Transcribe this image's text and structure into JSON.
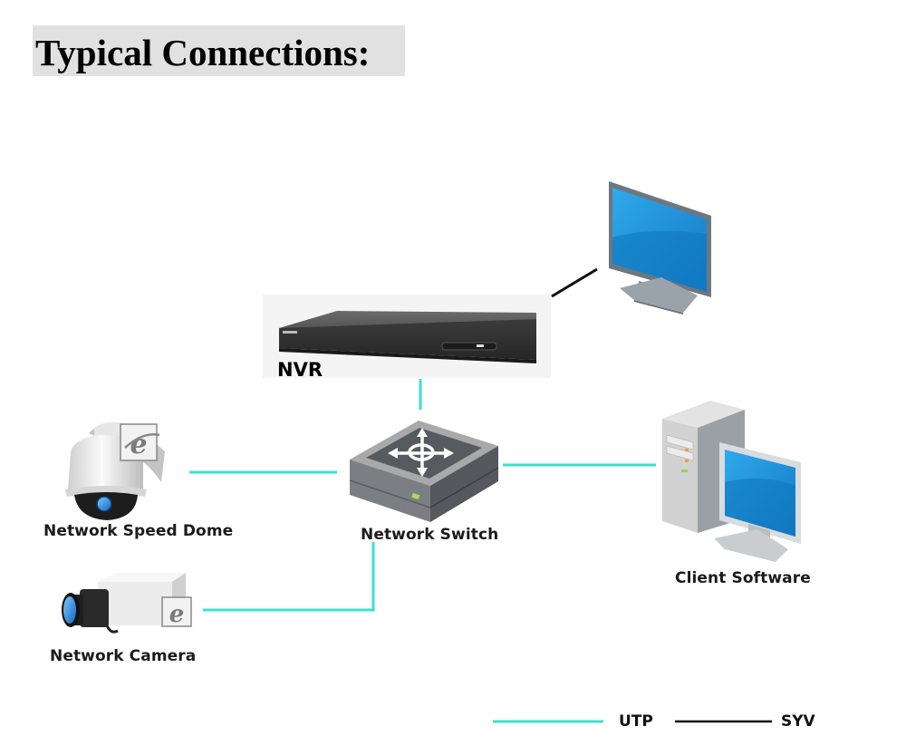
{
  "title": "Typical Connections:",
  "nodes": {
    "nvr": {
      "label": "NVR"
    },
    "monitor": {
      "label": ""
    },
    "network_switch": {
      "label": "Network Switch"
    },
    "network_speed_dome": {
      "label": "Network Speed Dome"
    },
    "network_camera": {
      "label": "Network Camera"
    },
    "client_software": {
      "label": "Client Software"
    }
  },
  "connections": [
    {
      "from": "nvr",
      "to": "monitor",
      "type": "SYV"
    },
    {
      "from": "nvr",
      "to": "network_switch",
      "type": "UTP"
    },
    {
      "from": "network_speed_dome",
      "to": "network_switch",
      "type": "UTP"
    },
    {
      "from": "network_switch",
      "to": "client_software",
      "type": "UTP"
    },
    {
      "from": "network_camera",
      "to": "network_switch",
      "type": "UTP"
    }
  ],
  "legend": {
    "utp": {
      "label": "UTP",
      "color": "#3ee0cf"
    },
    "syv": {
      "label": "SYV",
      "color": "#111111"
    }
  },
  "colors": {
    "utp": "#3ee0cf",
    "syv": "#111111",
    "screen_blue": "#1e8fd6"
  }
}
